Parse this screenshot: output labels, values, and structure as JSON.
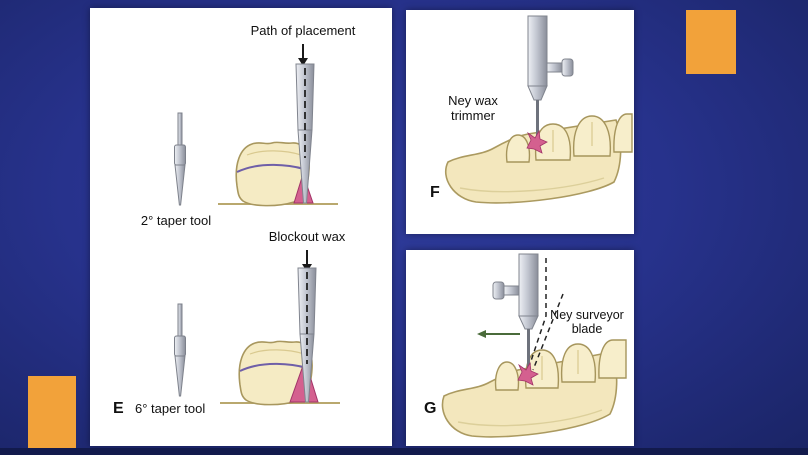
{
  "slide": {
    "colors": {
      "background_blue": "#27328c",
      "accent_orange": "#f2a23a",
      "panel_white": "#ffffff",
      "tooth_cream": "#f5ebc4",
      "wax_pink": "#d4608f",
      "survey_line_purple": "#6f5fa8",
      "tool_metal_gray": "#c3c7d1"
    }
  },
  "panel_e": {
    "letter": "E",
    "path_of_placement_label": "Path of placement",
    "taper2_label": "2° taper tool",
    "blockout_wax_label": "Blockout wax",
    "taper6_label": "6° taper tool"
  },
  "panel_f": {
    "letter": "F",
    "tool_label": "Ney wax\ntrimmer"
  },
  "panel_g": {
    "letter": "G",
    "tool_label": "Ney surveyor\nblade"
  }
}
